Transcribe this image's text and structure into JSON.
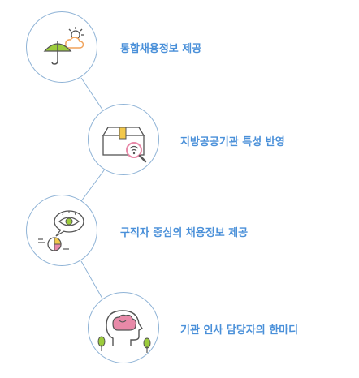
{
  "items": [
    {
      "label": "통합채용정보 제공",
      "icon": "umbrella-weather-icon"
    },
    {
      "label": "지방공공기관 특성 반영",
      "icon": "box-magnifier-icon"
    },
    {
      "label": "구직자 중심의 채용정보 제공",
      "icon": "eye-speech-bubble-icon"
    },
    {
      "label": "기관 인사 담당자의 한마디",
      "icon": "head-brain-icon"
    }
  ],
  "colors": {
    "label": "#4a90d9",
    "circle_border": "#8fb3d6",
    "accent_green": "#9ccc3c",
    "accent_pink": "#e889a8",
    "accent_orange": "#f0a25a",
    "accent_yellow": "#f2c84b"
  }
}
